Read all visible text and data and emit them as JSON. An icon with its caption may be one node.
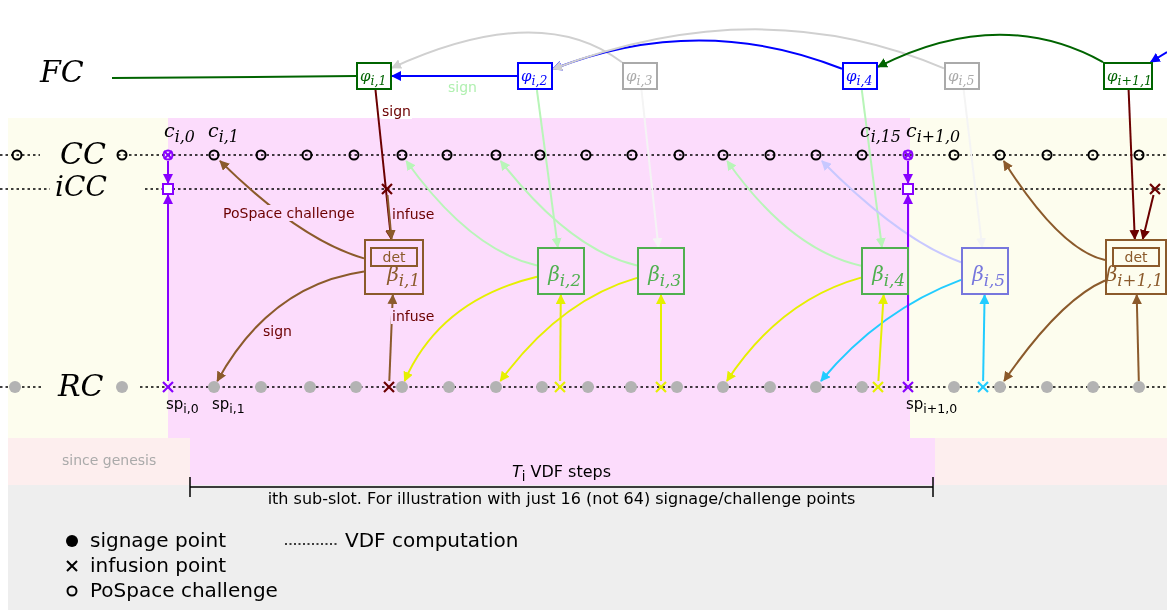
{
  "diagram": {
    "nodes": [
      {
        "text": [
          "φ$_{i,1}$"
        ]
      },
      {
        "text": [
          "φ$_{i,2}$"
        ]
      },
      {
        "text": [
          "φ$_{i,3}$"
        ]
      },
      {
        "text": [
          "φ$_{i,4}$"
        ]
      },
      {
        "text": [
          "φ$_{i,5}$"
        ]
      },
      {
        "text": [
          "φ$_{i+1,1}$"
        ]
      },
      {
        "text": [
          "β$_{i,1}$"
        ]
      },
      {
        "text": [
          "det"
        ],
        "in": 6
      },
      {
        "text": [
          "β$_{i,2}$"
        ]
      },
      {
        "text": [
          "β$_{i,3}$"
        ]
      },
      {
        "text": [
          "β$_{i,4}$"
        ]
      },
      {
        "text": [
          "β$_{i,5}$"
        ]
      },
      {
        "text": [
          "β$_{i+1,1}$"
        ]
      },
      {
        "text": [
          "det"
        ],
        "in": 12
      },
      {
        "text": [],
        "shape": "circle",
        "beside": [
          "c$_{i,0}$"
        ]
      },
      {
        "text": [],
        "shape": "circle",
        "beside": [
          "c$_{i,1}$"
        ]
      },
      {
        "text": [],
        "shape": "circle",
        "beside": [
          "c$_{i,15}$"
        ]
      },
      {
        "text": [],
        "shape": "circle",
        "beside": [
          "c$_{i+1,0}$"
        ]
      },
      {
        "text": [],
        "shape": "circle"
      },
      {
        "text": [],
        "shape": "circle"
      },
      {
        "text": [],
        "shape": "circle"
      },
      {
        "text": [],
        "shape": "circle"
      },
      {
        "text": [],
        "shape": "circle"
      },
      {
        "text": [],
        "shape": "box"
      },
      {
        "text": [],
        "shape": "cross"
      },
      {
        "text": [],
        "shape": "box"
      },
      {
        "text": [],
        "shape": "cross"
      },
      {
        "text": [],
        "shape": "cross",
        "beside": [
          "sp$_{i,0}$"
        ]
      },
      {
        "text": [],
        "shape": "circle",
        "beside": [
          "sp$_{i,1}$"
        ]
      },
      {
        "text": [],
        "shape": "cross",
        "beside": [
          "sp$_{i+1,0}$"
        ]
      },
      {
        "text": [],
        "shape": "cross"
      },
      {
        "text": [],
        "shape": "circle"
      },
      {
        "text": [],
        "shape": "circle"
      },
      {
        "text": [],
        "shape": "cross"
      },
      {
        "text": [],
        "shape": "cross"
      },
      {
        "text": [],
        "shape": "circle"
      },
      {
        "text": [],
        "shape": "circle"
      },
      {
        "text": [],
        "shape": "cross"
      },
      {
        "text": [],
        "shape": "cross"
      },
      {
        "text": [],
        "shape": "circle"
      },
      {
        "text": [],
        "shape": "circle"
      },
      {
        "text": [],
        "shape": "circle"
      },
      {
        "text": [],
        "shape": "circle"
      },
      {
        "text": [],
        "shape": "circle"
      },
      {
        "text": [],
        "shape": "circle"
      },
      {
        "text": [],
        "shape": "circle"
      },
      {
        "text": [],
        "shape": "circle"
      },
      {
        "text": [],
        "shape": "circle"
      },
      {
        "text": [],
        "shape": "circle"
      },
      {
        "text": [],
        "shape": "circle"
      },
      {
        "text": [],
        "shape": "circle"
      },
      {
        "text": [],
        "shape": "circle"
      },
      {
        "text": [],
        "shape": "circle"
      },
      {
        "text": [],
        "shape": "circle"
      },
      {
        "text": [],
        "shape": "circle"
      },
      {
        "text": [],
        "shape": "circle"
      },
      {
        "text": [],
        "shape": "circle"
      },
      {
        "text": [],
        "shape": "circle"
      },
      {
        "text": [],
        "shape": "circle"
      },
      {
        "text": [],
        "shape": "circle"
      },
      {
        "text": [],
        "shape": "circle"
      },
      {
        "text": [],
        "shape": "circle"
      },
      {
        "text": [],
        "shape": "circle"
      },
      {
        "text": [],
        "shape": "circle"
      },
      {
        "text": [],
        "shape": "circle"
      },
      {
        "text": [],
        "shape": "circle"
      },
      {
        "text": [],
        "shape": "circle"
      },
      {
        "text": [],
        "shape": "circle"
      },
      {
        "text": [],
        "shape": "circle"
      },
      {
        "text": [],
        "shape": "circle"
      },
      {
        "text": [],
        "shape": "circle"
      }
    ],
    "edges": [
      {
        "from": null,
        "to": 0,
        "arrow": "none",
        "color": "#006400"
      },
      {
        "from": 1,
        "to": 0,
        "arrow": "to",
        "color": "#0000ff"
      },
      {
        "from": 2,
        "to": 0,
        "arrow": "to",
        "color": "#d0d0d0"
      },
      {
        "from": 3,
        "to": 1,
        "arrow": "to",
        "color": "#0000ff"
      },
      {
        "from": 4,
        "to": 1,
        "arrow": "to",
        "color": "#d0d0d0"
      },
      {
        "from": 5,
        "to": 3,
        "arrow": "to",
        "color": "#006400"
      },
      {
        "from": null,
        "to": 5,
        "arrow": "to",
        "color": "#0000ff"
      },
      {
        "from": 0,
        "to": 6,
        "arrow": "to",
        "label": "sign",
        "color": "#6b0000"
      },
      {
        "from": 1,
        "to": 8,
        "arrow": "to",
        "color": "#b8f5b8"
      },
      {
        "from": 2,
        "to": 9,
        "arrow": "to",
        "color": "#f4f4f4"
      },
      {
        "from": 3,
        "to": 10,
        "arrow": "to",
        "color": "#b8f5b8"
      },
      {
        "from": 4,
        "to": 11,
        "arrow": "to",
        "color": "#f4f4f4"
      },
      {
        "from": 5,
        "to": 12,
        "arrow": "to",
        "color": "#6b0000"
      },
      {
        "from": 24,
        "to": 6,
        "arrow": "to",
        "label": "infuse",
        "color": "#8b5a2b"
      },
      {
        "from": 30,
        "to": 6,
        "arrow": "to",
        "label": "infuse",
        "color": "#8b5a2b"
      },
      {
        "from": 6,
        "to": 15,
        "arrow": "to",
        "label": "PoSpace challenge",
        "color": "#8b5a2b"
      },
      {
        "from": 6,
        "to": 28,
        "arrow": "to",
        "label": "sign",
        "color": "#8b5a2b"
      },
      {
        "from": 8,
        "to": 18,
        "arrow": "to",
        "color": "#b8f5b8"
      },
      {
        "from": 8,
        "to": 31,
        "arrow": "to",
        "color": "#e5f000"
      },
      {
        "from": 9,
        "to": 19,
        "arrow": "to",
        "color": "#b8f5b8"
      },
      {
        "from": 9,
        "to": 32,
        "arrow": "to",
        "color": "#e5f000"
      },
      {
        "from": 10,
        "to": 20,
        "arrow": "to",
        "color": "#b8f5b8"
      },
      {
        "from": 10,
        "to": 35,
        "arrow": "to",
        "color": "#e5f000"
      },
      {
        "from": 11,
        "to": 21,
        "arrow": "to",
        "color": "#c8c8ff"
      },
      {
        "from": 11,
        "to": 36,
        "arrow": "to",
        "color": "#22ccff"
      },
      {
        "from": 12,
        "to": 22,
        "arrow": "to",
        "color": "#8b5a2b"
      },
      {
        "from": 12,
        "to": 39,
        "arrow": "to",
        "color": "#8b5a2b"
      },
      {
        "from": 33,
        "to": 8,
        "arrow": "to",
        "color": "#e5f000"
      },
      {
        "from": 34,
        "to": 9,
        "arrow": "to",
        "color": "#e5f000"
      },
      {
        "from": 37,
        "to": 10,
        "arrow": "to",
        "color": "#e5f000"
      },
      {
        "from": 38,
        "to": 11,
        "arrow": "to",
        "color": "#22ccff"
      },
      {
        "from": 40,
        "to": 12,
        "arrow": "to",
        "color": "#8b5a2b"
      },
      {
        "from": 26,
        "to": 12,
        "arrow": "to",
        "color": "#6b0000"
      },
      {
        "from": 14,
        "to": 23,
        "arrow": "to",
        "color": "#8800ff"
      },
      {
        "from": 27,
        "to": 23,
        "arrow": "to",
        "color": "#8800ff"
      },
      {
        "from": 17,
        "to": 25,
        "arrow": "to",
        "color": "#8800ff"
      },
      {
        "from": 29,
        "to": 25,
        "arrow": "to",
        "color": "#8800ff"
      }
    ],
    "labels": [
      "FC",
      "CC",
      "iCC",
      "RC",
      "sign",
      "*T*$_{i}$ VDF steps",
      "ith sub-slot. For illustration with just 16 (not 64) signage/challenge points",
      "since genesis"
    ],
    "legend": [
      {
        "text": "signage point"
      },
      {
        "text": "infusion point"
      },
      {
        "text": "PoSpace challenge"
      },
      {
        "text": "VDF computation"
      }
    ]
  }
}
